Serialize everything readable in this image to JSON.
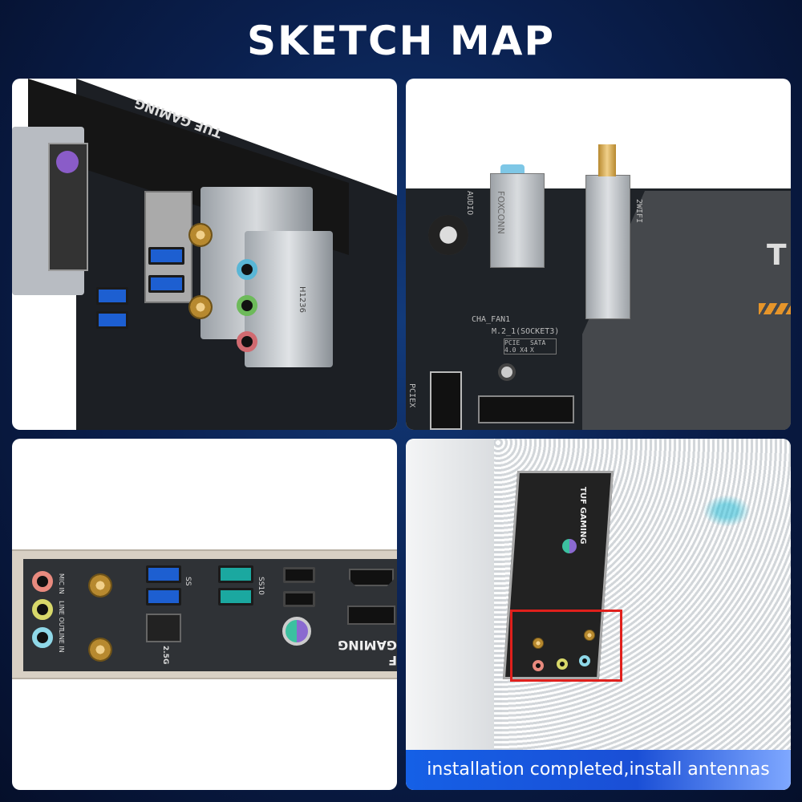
{
  "header": {
    "title": "SKETCH MAP"
  },
  "panel1": {
    "brand_text": "TUF GAMING",
    "module_label": "H1236"
  },
  "panel2": {
    "vendor": "FOXCONN",
    "audio_label": "AUDIO",
    "fan_label": "CHA_FAN1",
    "m2_label": "M.2_1(SOCKET3)",
    "table": [
      "PCIE",
      "SATA",
      "4.0 X4",
      "X"
    ],
    "wifi_label": "2WIFI",
    "pcie_label": "PCIEX"
  },
  "panel3": {
    "jack_labels": [
      "MIC IN",
      "LINE OUT",
      "LINE IN"
    ],
    "lan_label": "2.5G",
    "usb_label_blue": "SS",
    "usb_label_teal": "SS10",
    "brand_text": "F GAMING"
  },
  "panel4": {
    "shield_brand": "TUF GAMING",
    "caption": "installation completed,install antennas",
    "highlight_color": "#e0201c"
  },
  "colors": {
    "background": "#0a1f4d",
    "banner": "#1560e6",
    "mic": "#e88a7e",
    "line_out": "#d8d86a",
    "line_in": "#8fd8e8"
  }
}
